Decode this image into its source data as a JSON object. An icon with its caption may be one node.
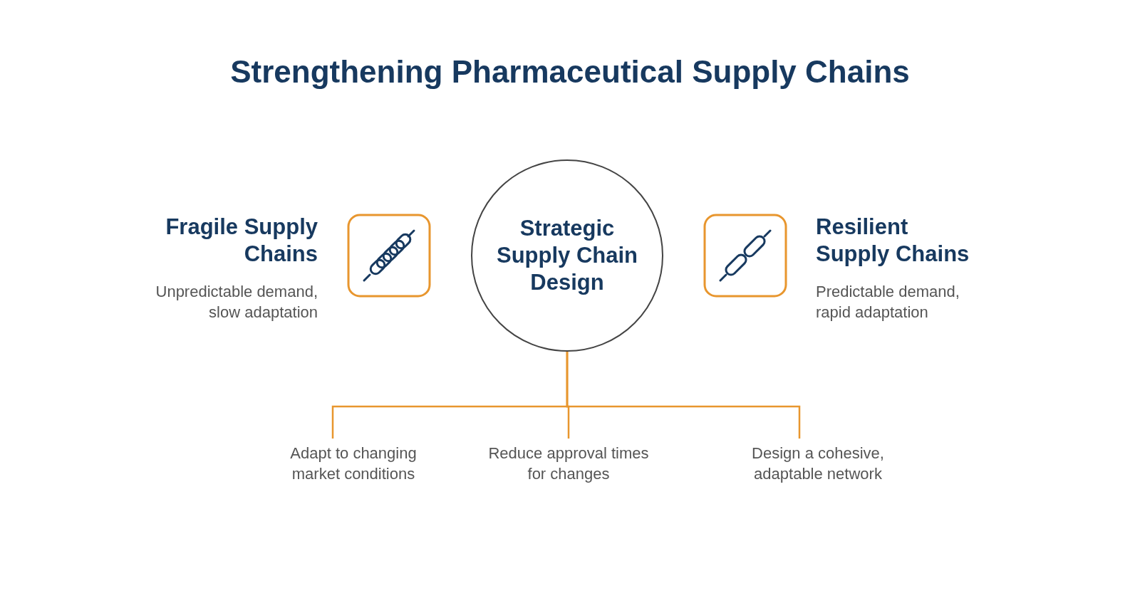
{
  "diagram": {
    "title": "Strengthening Pharmaceutical Supply Chains",
    "nodes": [
      {
        "text": [
          "Strategic Supply Chain Design"
        ]
      },
      {
        "text": [
          "Adapt to changing market conditions"
        ]
      },
      {
        "text": [
          "Reduce approval times for changes"
        ]
      },
      {
        "text": [
          "Design a cohesive, adaptable network"
        ]
      }
    ],
    "edges": [
      {
        "from": 0,
        "to": 1,
        "arrow": "none"
      },
      {
        "from": 0,
        "to": 2,
        "arrow": "none"
      },
      {
        "from": 0,
        "to": 3,
        "arrow": "none"
      }
    ],
    "labels": [
      "Fragile Supply Chains",
      "Unpredictable demand, slow adaptation",
      "Resilient Supply Chains",
      "Predictable demand, rapid adaptation"
    ]
  }
}
